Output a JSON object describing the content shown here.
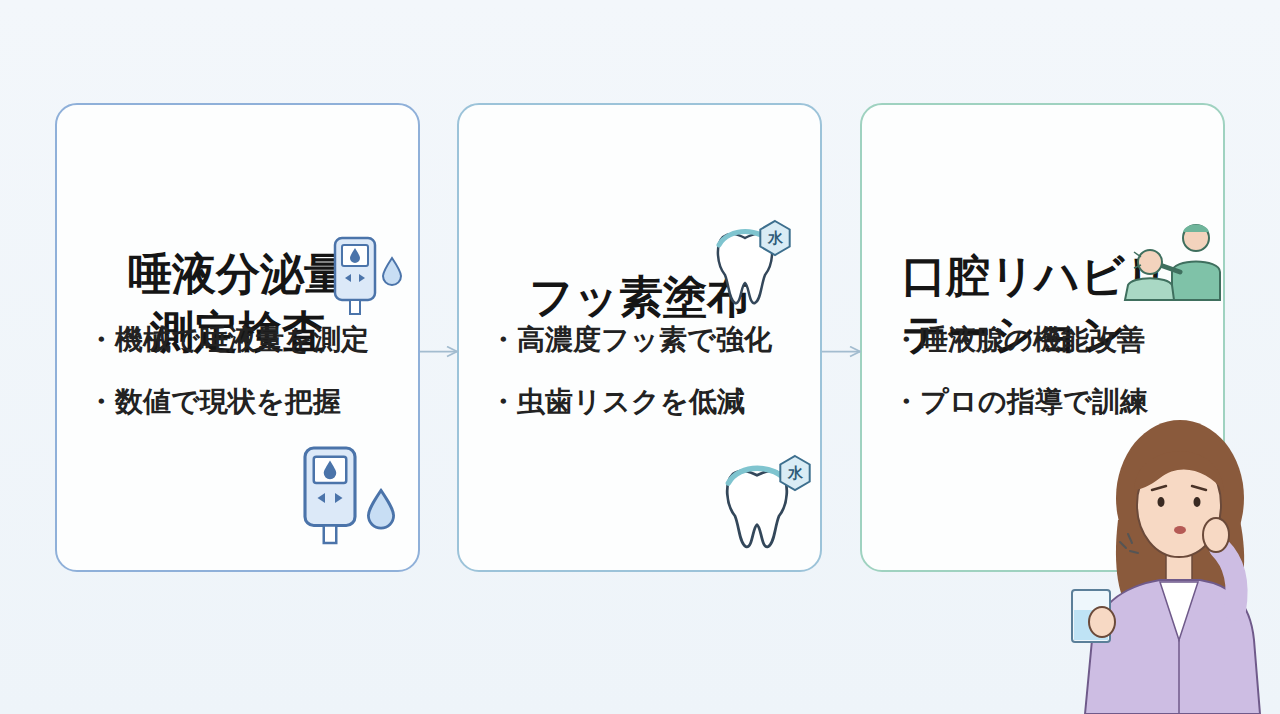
{
  "diagram": {
    "nodes": [
      {
        "text": [
          "唾液分泌量 測定検査",
          "・機械で唾液量を測定",
          "・数値で現状を把握"
        ]
      },
      {
        "text": [
          "フッ素塗布",
          "・高濃度フッ素で強化",
          "・虫歯リスクを低減"
        ]
      },
      {
        "text": [
          "口腔リハビリ テーション",
          "・唾液腺の機能改善",
          "・プロの指導で訓練"
        ]
      }
    ],
    "edges": [
      {
        "from": 0,
        "to": 1,
        "arrow": "to"
      },
      {
        "from": 1,
        "to": 2,
        "arrow": "to"
      }
    ],
    "labels": [
      "水",
      "水"
    ]
  }
}
